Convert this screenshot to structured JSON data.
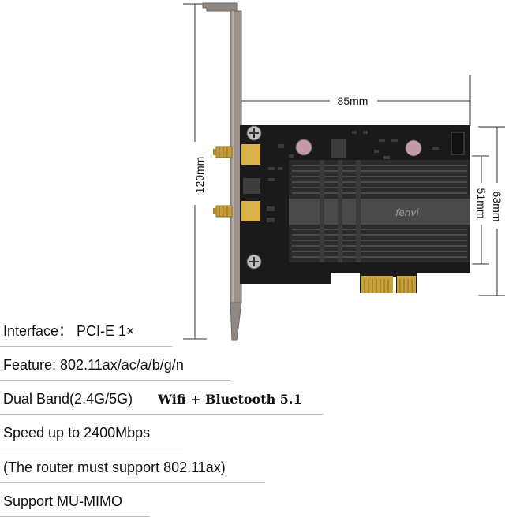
{
  "dimensions": {
    "width": "85mm",
    "height_bracket": "120mm",
    "height_board": "63mm",
    "height_heatsink": "51mm"
  },
  "heatsink_brand": "fenvi",
  "specs": {
    "interface": "Interface：  PCI-E 1×",
    "feature": "Feature: 802.11ax/ac/a/b/g/n",
    "dual_band": "Dual Band(2.4G/5G)",
    "wifi_bluetooth": "Wifi + Bluetooth 5.1",
    "speed": "Speed up to 2400Mbps",
    "router_note": "(The router must support 802.11ax)",
    "mimo": "Support MU-MIMO"
  },
  "colors": {
    "pcb": "#1a1a1a",
    "heatsink": "#2b2b2b",
    "bracket": "#9a8f89",
    "gold": "#d9b24a",
    "connector": "#c9a13a"
  }
}
